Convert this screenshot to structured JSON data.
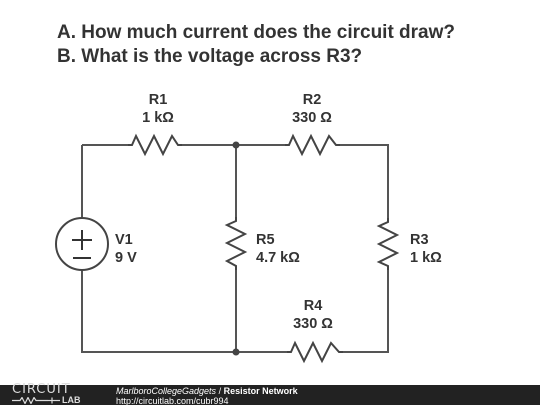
{
  "questions": {
    "a": "A. How much current does the circuit draw?",
    "b": "B. What is the voltage across R3?"
  },
  "components": {
    "r1": {
      "name": "R1",
      "value": "1 kΩ"
    },
    "r2": {
      "name": "R2",
      "value": "330 Ω"
    },
    "r3": {
      "name": "R3",
      "value": "1 kΩ"
    },
    "r4": {
      "name": "R4",
      "value": "330 Ω"
    },
    "r5": {
      "name": "R5",
      "value": "4.7 kΩ"
    },
    "v1": {
      "name": "V1",
      "value": "9 V"
    }
  },
  "footer": {
    "logo_top": "CIRCUIT",
    "logo_bottom": "LAB",
    "author": "MarlboroCollegeGadgets",
    "separator": " / ",
    "title": "Resistor Network",
    "url": "http://circuitlab.com/cubr994"
  }
}
